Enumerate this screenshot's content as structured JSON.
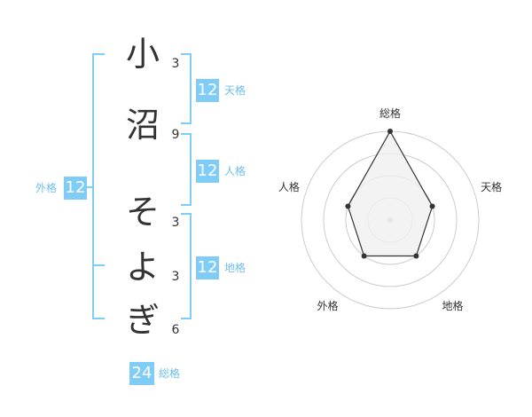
{
  "name_chars": [
    {
      "char": "小",
      "strokes": "3"
    },
    {
      "char": "沼",
      "strokes": "9"
    },
    {
      "char": "そ",
      "strokes": "3"
    },
    {
      "char": "よ",
      "strokes": "3"
    },
    {
      "char": "ぎ",
      "strokes": "6"
    }
  ],
  "fortunes": {
    "tenkaku": {
      "label": "天格",
      "value": "12"
    },
    "jinkaku": {
      "label": "人格",
      "value": "12"
    },
    "chikaku": {
      "label": "地格",
      "value": "12"
    },
    "gaikaku": {
      "label": "外格",
      "value": "12"
    },
    "soukaku": {
      "label": "総格",
      "value": "24"
    }
  },
  "chart_data": {
    "type": "radar",
    "axes": [
      "総格",
      "天格",
      "地格",
      "外格",
      "人格"
    ],
    "values": [
      24,
      12,
      12,
      12,
      12
    ],
    "rings": 4,
    "grid": true,
    "colors": {
      "stroke": "#333333",
      "fill": "#f0f0f0",
      "grid": "#cccccc",
      "center": "#cccccc"
    }
  },
  "colors": {
    "accent": "#7fcdf6",
    "label": "#6fbfe9",
    "text": "#333333"
  }
}
